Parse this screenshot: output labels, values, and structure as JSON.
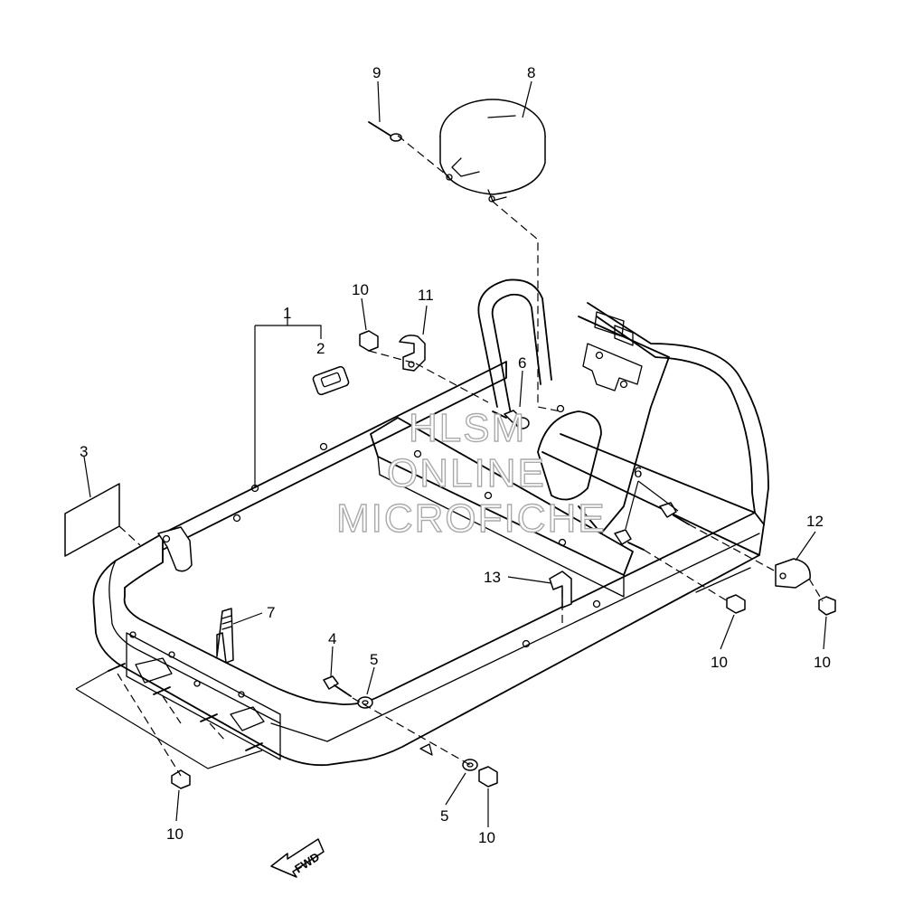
{
  "callouts": {
    "c1": "1",
    "c2": "2",
    "c3": "3",
    "c4": "4",
    "c5a": "5",
    "c5b": "5",
    "c6a": "6",
    "c6b": "6",
    "c7": "7",
    "c8": "8",
    "c9": "9",
    "c10a": "10",
    "c10b": "10",
    "c10c": "10",
    "c10d": "10",
    "c10e": "10",
    "c11": "11",
    "c12": "12",
    "c13": "13"
  },
  "watermark": {
    "line1": "HLSM",
    "line2": "ONLINE",
    "line3": "MICROFICHE"
  },
  "direction_arrow": {
    "label": "FWD"
  },
  "colors": {
    "line": "#000000",
    "background": "#ffffff",
    "watermark_outline": "#aaaaaa"
  }
}
